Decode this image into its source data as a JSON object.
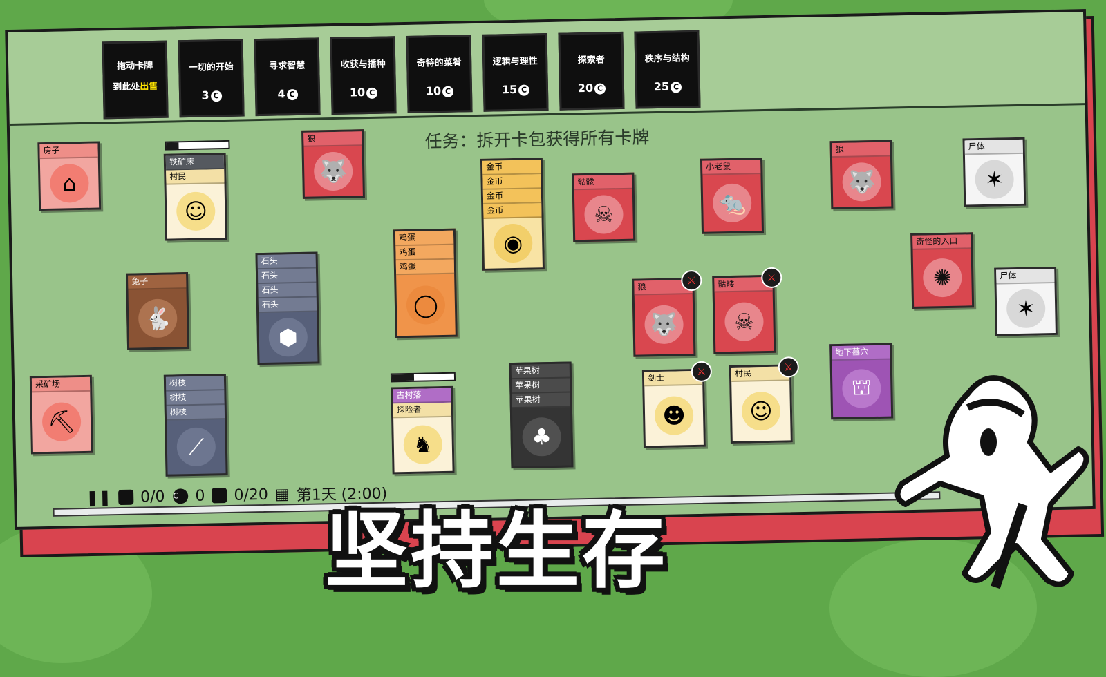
{
  "packs": [
    {
      "title": "拖动卡牌",
      "line2_prefix": "到此处",
      "line2_highlight": "出售"
    },
    {
      "title": "一切的开始",
      "price": "3"
    },
    {
      "title": "寻求智慧",
      "price": "4"
    },
    {
      "title": "收获与播种",
      "price": "10"
    },
    {
      "title": "奇特的菜肴",
      "price": "10"
    },
    {
      "title": "逻辑与理性",
      "price": "15"
    },
    {
      "title": "探索者",
      "price": "20"
    },
    {
      "title": "秩序与结构",
      "price": "25"
    }
  ],
  "coin_symbol": "C",
  "quest": "任务：拆开卡包获得所有卡牌",
  "cards": {
    "house": "房子",
    "iron_bed": "铁矿床",
    "villager": "村民",
    "wolf": "狼",
    "coins": [
      "金币",
      "金币",
      "金币",
      "金币"
    ],
    "skeleton": "骷髅",
    "rat": "小老鼠",
    "corpse": "尸体",
    "strange_portal": "奇怪的入口",
    "rabbit": "兔子",
    "stones": [
      "石头",
      "石头",
      "石头",
      "石头"
    ],
    "eggs": [
      "鸡蛋",
      "鸡蛋",
      "鸡蛋"
    ],
    "catacomb": "地下墓穴",
    "swordsman": "剑士",
    "mine": "采矿场",
    "branches": [
      "树枝",
      "树枝",
      "树枝"
    ],
    "old_village": "古村落",
    "explorer": "探险者",
    "apple_trees": [
      "苹果树",
      "苹果树",
      "苹果树"
    ]
  },
  "status": {
    "food": "0/0",
    "coins": "0",
    "cards": "0/20",
    "day": "第1天 (2:00)"
  },
  "slogan": "坚持生存",
  "icons": [
    "pause-icon",
    "food-icon",
    "coin-icon",
    "card-icon",
    "calendar-icon",
    "sword-icon"
  ]
}
